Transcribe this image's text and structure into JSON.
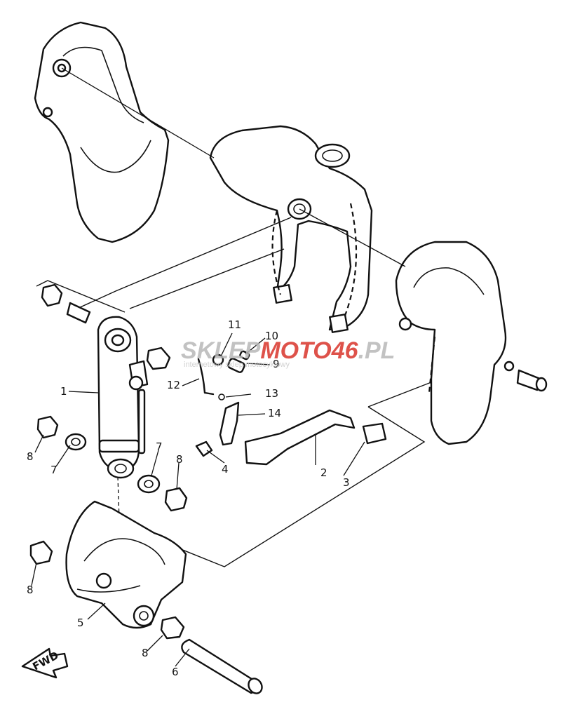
{
  "callouts": [
    {
      "id": "1",
      "label": "1"
    },
    {
      "id": "2",
      "label": "2"
    },
    {
      "id": "3",
      "label": "3"
    },
    {
      "id": "4",
      "label": "4"
    },
    {
      "id": "5",
      "label": "5"
    },
    {
      "id": "6",
      "label": "6"
    },
    {
      "id": "7a",
      "label": "7"
    },
    {
      "id": "7b",
      "label": "7"
    },
    {
      "id": "8a",
      "label": "8"
    },
    {
      "id": "8b",
      "label": "8"
    },
    {
      "id": "8c",
      "label": "8"
    },
    {
      "id": "8d",
      "label": "8"
    },
    {
      "id": "9",
      "label": "9"
    },
    {
      "id": "10",
      "label": "10"
    },
    {
      "id": "11",
      "label": "11"
    },
    {
      "id": "12",
      "label": "12"
    },
    {
      "id": "13",
      "label": "13"
    },
    {
      "id": "14",
      "label": "14"
    }
  ],
  "fwd_label": "FWD",
  "watermark": {
    "brand_grey": "SKLEP",
    "brand_red": "MOTO",
    "brand_num": "46",
    "brand_tld": ".PL",
    "tagline": "internetowy sklep motocyklowy",
    "colors": {
      "grey": "#b8b8b8",
      "red": "#d9342b"
    }
  }
}
